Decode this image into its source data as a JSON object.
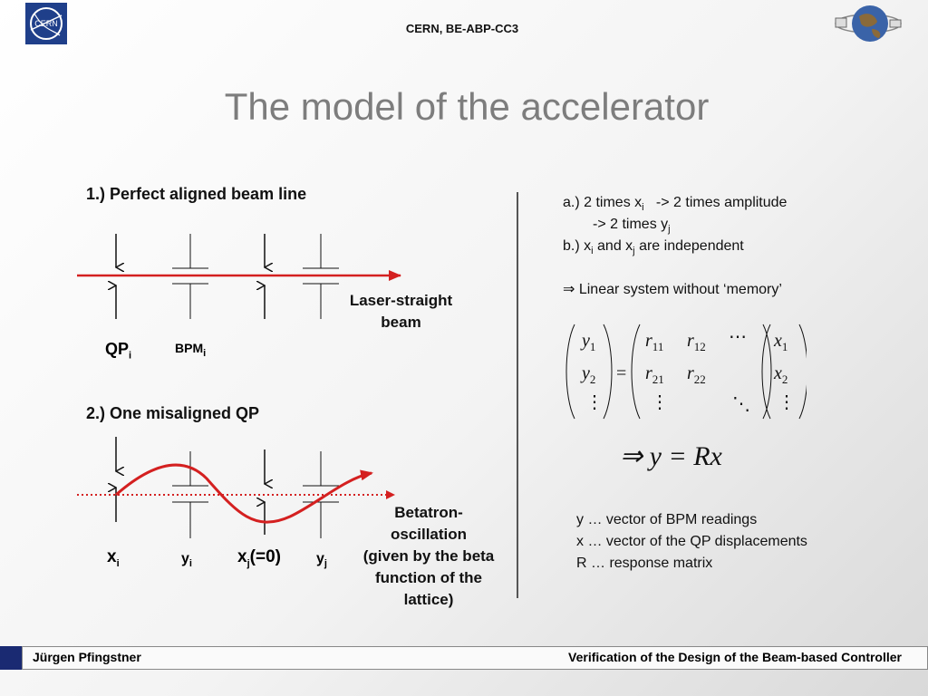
{
  "header": {
    "text": "CERN, BE-ABP-CC3",
    "logo_text": "CERN"
  },
  "slide": {
    "title": "The model of the accelerator"
  },
  "left": {
    "section1": "1.) Perfect aligned beam line",
    "laser_line1": "Laser-straight",
    "laser_line2": "beam",
    "qp_label": "QP",
    "qp_sub": "i",
    "bpm_label": "BPM",
    "bpm_sub": "i",
    "section2": "2.) One misaligned QP",
    "x_label": "x",
    "x_sub": "i",
    "y_label": "y",
    "y_sub": "i",
    "xj_label": "x",
    "xj_sub": "j",
    "xj_suffix": "(=0)",
    "yj_label": "y",
    "yj_sub": "j",
    "betatron_lines": [
      "Betatron-",
      "oscillation",
      "(given by the beta",
      "function of the",
      "lattice)"
    ]
  },
  "right": {
    "a_prefix": "a.) 2 times x",
    "a_sub": "i",
    "a_suffix": "   -> 2 times amplitude",
    "a2_prefix": "-> 2 times y",
    "a2_sub": "j",
    "b_prefix": "b.) x",
    "b_sub1": "i",
    "b_mid": " and x",
    "b_sub2": "j",
    "b_suffix": " are independent",
    "implication": "⇒ Linear system without ‘memory’",
    "matrix": {
      "y1": "y",
      "y1s": "1",
      "y2": "y",
      "y2s": "2",
      "r11": "r",
      "r11s": "11",
      "r12": "r",
      "r12s": "12",
      "r21": "r",
      "r21s": "21",
      "r22": "r",
      "r22s": "22",
      "x1": "x",
      "x1s": "1",
      "x2": "x",
      "x2s": "2",
      "eq": "=",
      "dots_h": "⋯",
      "dots_v": "⋮",
      "dots_d": "⋱"
    },
    "result": "⇒ y = Rx",
    "def_y": "y … vector of BPM readings",
    "def_x": "x … vector of the QP displacements",
    "def_r": "R … response matrix"
  },
  "footer": {
    "author": "Jürgen Pfingstner",
    "talk": "Verification of the Design of the Beam-based Controller"
  },
  "colors": {
    "beam": "#d42020",
    "footer_blue": "#1a2a72",
    "title": "#7d7d7d"
  }
}
